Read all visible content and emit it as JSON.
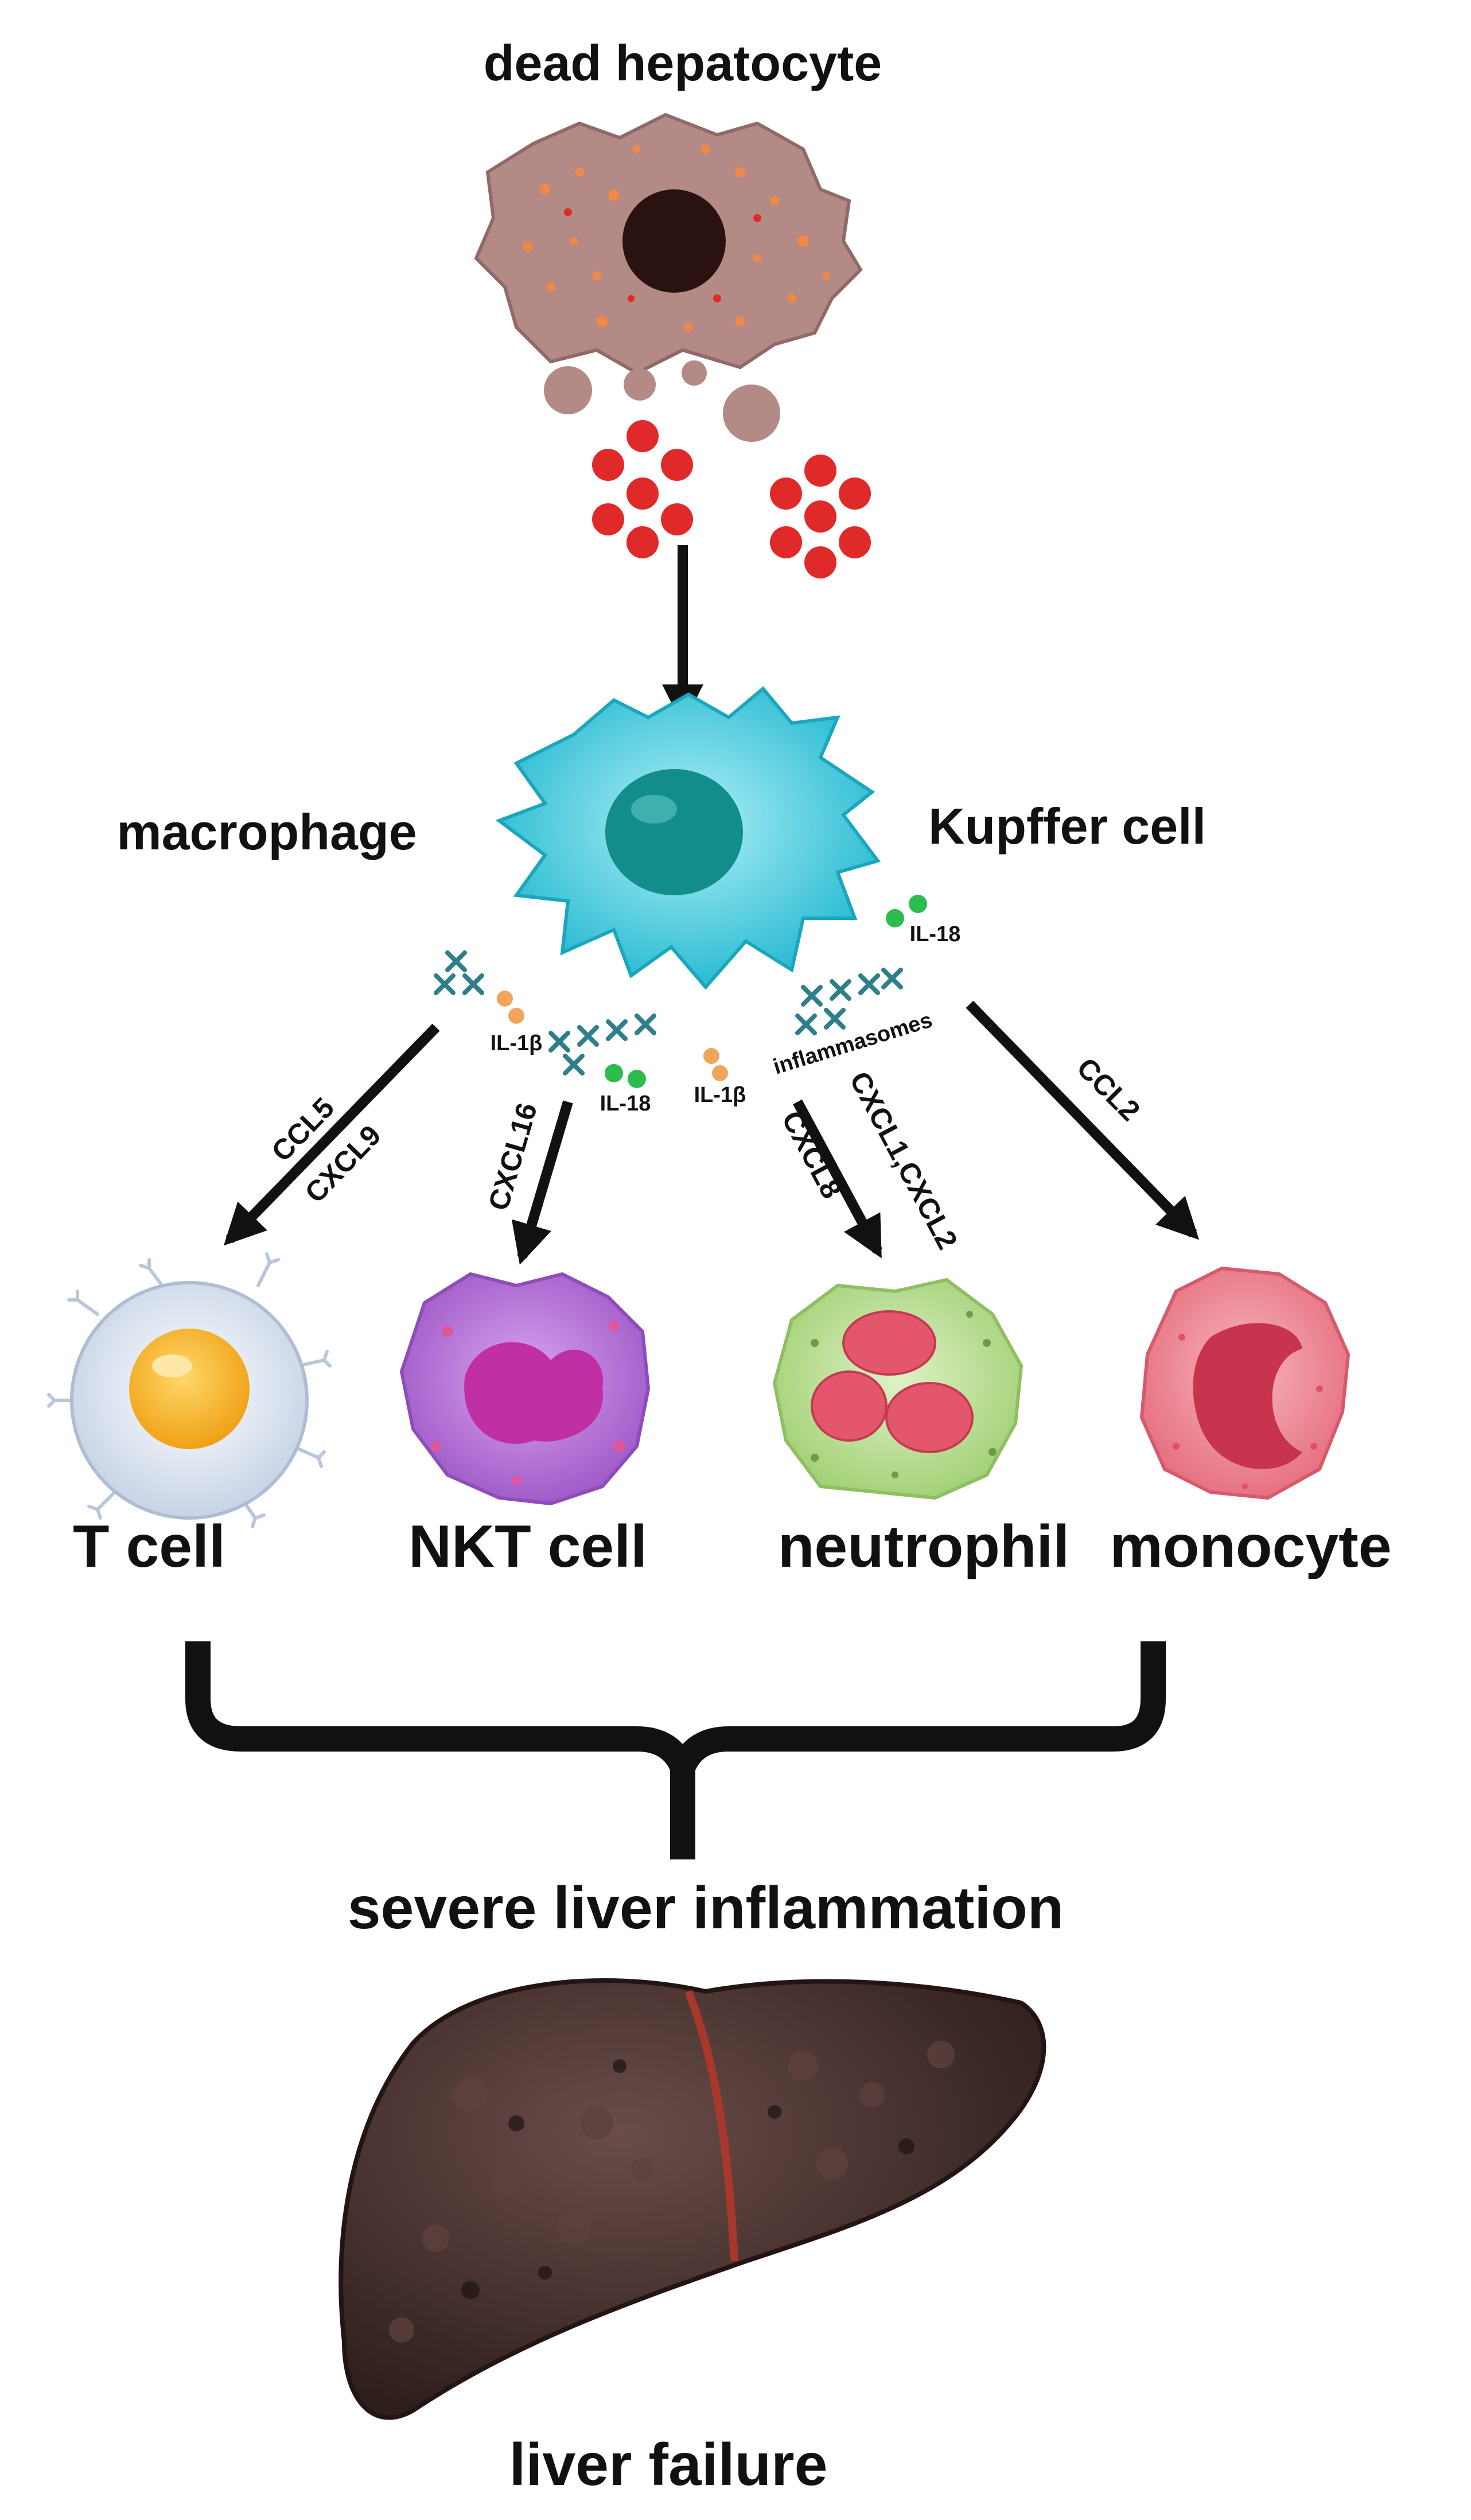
{
  "labels": {
    "dead_hepatocyte": "dead hepatocyte",
    "macrophage": "macrophage",
    "kupffer_cell": "Kupffer cell",
    "t_cell": "T cell",
    "nkt_cell": "NKT cell",
    "neutrophil": "neutrophil",
    "monocyte": "monocyte",
    "severe_inflammation": "severe liver inflammation",
    "liver_failure": "liver failure"
  },
  "cytokines": {
    "il1b_left": "IL-1β",
    "il1b_right": "IL-1β",
    "il18_center": "IL-18",
    "il18_right": "IL-18",
    "inflammasomes": "inflammasomes"
  },
  "chemokines": {
    "ccl5": "CCL5",
    "cxcl9": "CXCL9",
    "cxcl16": "CXCL16",
    "cxcl1_cxcl2": "CXCL1,CXCL2",
    "cxcl8": "CXCL8",
    "ccl2": "CCL2"
  },
  "colors": {
    "hepatocyte": "#b38a86",
    "hepatocyte_nucleus": "#2a1210",
    "dots_red": "#e02a2a",
    "macrophage": "#35c8dc",
    "macrophage_nucleus": "#138c8c",
    "t_cell": "#dfe8f3",
    "t_cell_nucleus": "#f7b92a",
    "nkt_cell": "#b56fd6",
    "nkt_nucleus": "#c02ea3",
    "neutrophil": "#b9de94",
    "neutrophil_nucleus": "#e3566c",
    "monocyte": "#f18b98",
    "monocyte_nucleus": "#c8334e",
    "liver": "#4a3330",
    "il1b_dot": "#f2a45a",
    "il18_dot": "#2cbd4e",
    "inflammasome": "#2f7f8a"
  }
}
